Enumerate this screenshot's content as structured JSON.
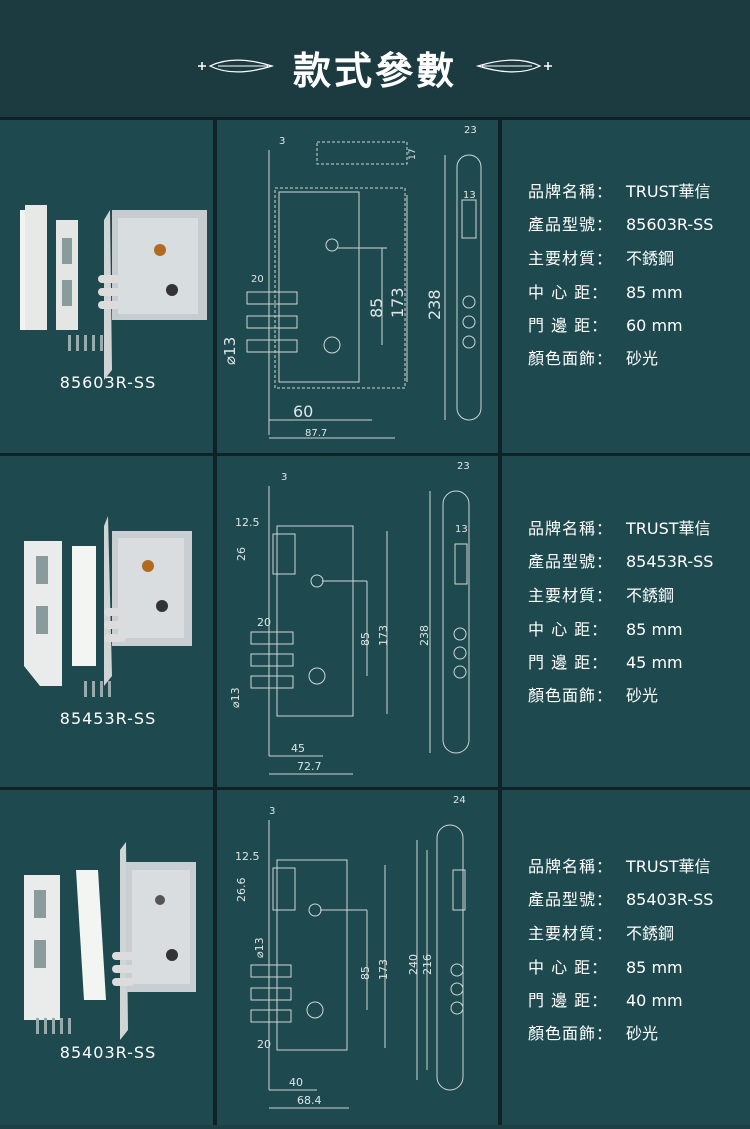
{
  "header": {
    "title": "款式參數"
  },
  "spec_keys": {
    "brand": "品牌名稱：",
    "model": "產品型號：",
    "material": "主要材質：",
    "center": "中 心 距：",
    "backset": "門 邊 距：",
    "finish": "顏色面飾："
  },
  "products": [
    {
      "label": "85603R-SS",
      "brand": "TRUST華信",
      "model": "85603R-SS",
      "material": "不銹鋼",
      "center": "85  mm",
      "backset": "60  mm",
      "finish": "砂光",
      "dims": {
        "d3": "3",
        "d23": "23",
        "d17": "17",
        "d13a": "13",
        "d20": "20",
        "d85": "85",
        "d173": "173",
        "d238": "238",
        "d13b": "⌀13",
        "d60": "60",
        "d87": "87.7"
      }
    },
    {
      "label": "85453R-SS",
      "brand": "TRUST華信",
      "model": "85453R-SS",
      "material": "不銹鋼",
      "center": "85  mm",
      "backset": "45  mm",
      "finish": "砂光",
      "dims": {
        "d3": "3",
        "d23": "23",
        "d125": "12.5",
        "d13a": "13",
        "d26": "26",
        "d20": "20",
        "d85": "85",
        "d173": "173",
        "d238": "238",
        "d13b": "⌀13",
        "d45": "45",
        "d72": "72.7"
      }
    },
    {
      "label": "85403R-SS",
      "brand": "TRUST華信",
      "model": "85403R-SS",
      "material": "不銹鋼",
      "center": "85  mm",
      "backset": "40  mm",
      "finish": "砂光",
      "dims": {
        "d3": "3",
        "d24": "24",
        "d125": "12.5",
        "d266": "26.6",
        "d13b": "⌀13",
        "d20": "20",
        "d85": "85",
        "d173": "173",
        "d240": "240",
        "d216": "216",
        "d40": "40",
        "d68": "68.4"
      }
    }
  ]
}
